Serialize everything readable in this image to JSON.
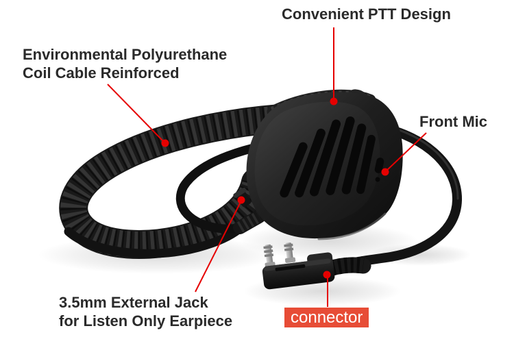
{
  "annotations": {
    "ptt": {
      "label": "Convenient PTT Design"
    },
    "coil": {
      "label_line1": "Environmental Polyurethane",
      "label_line2": "Coil Cable Reinforced"
    },
    "front_mic": {
      "label": "Front Mic"
    },
    "jack": {
      "label_line1": "3.5mm External Jack",
      "label_line2": "for Listen Only Earpiece"
    },
    "connector": {
      "label": "connector"
    }
  },
  "colors": {
    "callout_red": "#e60000",
    "badge_bg": "#e74c36",
    "badge_text": "#ffffff",
    "label_text": "#2a2a2a",
    "bg": "#ffffff"
  }
}
